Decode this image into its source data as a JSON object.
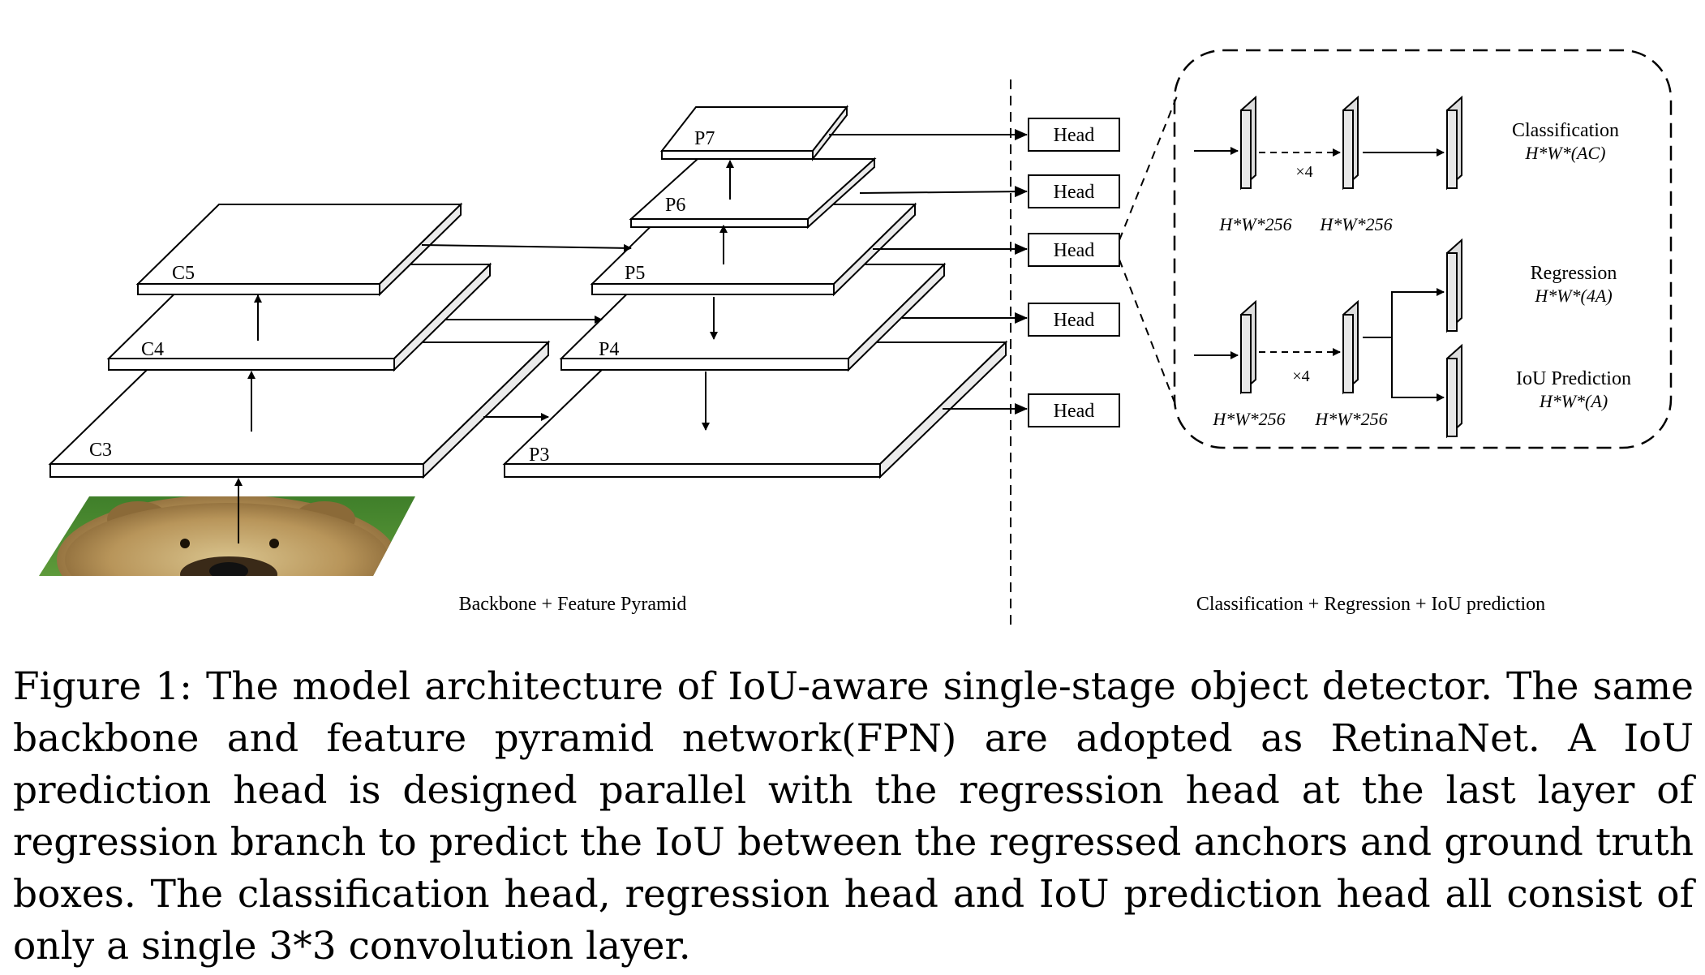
{
  "backbone": {
    "layers": [
      "C3",
      "C4",
      "C5"
    ],
    "caption": "Backbone + Feature Pyramid"
  },
  "fpn": {
    "layers": [
      "P3",
      "P4",
      "P5",
      "P6",
      "P7"
    ]
  },
  "heads": [
    "Head",
    "Head",
    "Head",
    "Head",
    "Head"
  ],
  "head_detail": {
    "times_top": "×4",
    "times_bottom": "×4",
    "dim_labels_top": [
      "H*W*256",
      "H*W*256"
    ],
    "dim_labels_bottom": [
      "H*W*256",
      "H*W*256"
    ],
    "outputs": [
      {
        "name": "Classification",
        "shape": "H*W*(AC)"
      },
      {
        "name": "Regression",
        "shape": "H*W*(4A)"
      },
      {
        "name": "IoU Prediction",
        "shape": "H*W*(A)"
      }
    ],
    "caption": "Classification + Regression + IoU prediction"
  },
  "caption": {
    "text": "Figure 1: The model architecture of IoU-aware single-stage object detector. The same backbone and feature pyramid network(FPN) are adopted as RetinaNet. A IoU prediction head is designed parallel with the regression head at the last layer of regression branch to predict the IoU between the regressed anchors and ground truth boxes. The classification head, regression head and IoU prediction head all consist of only a single 3*3 convolution layer."
  }
}
